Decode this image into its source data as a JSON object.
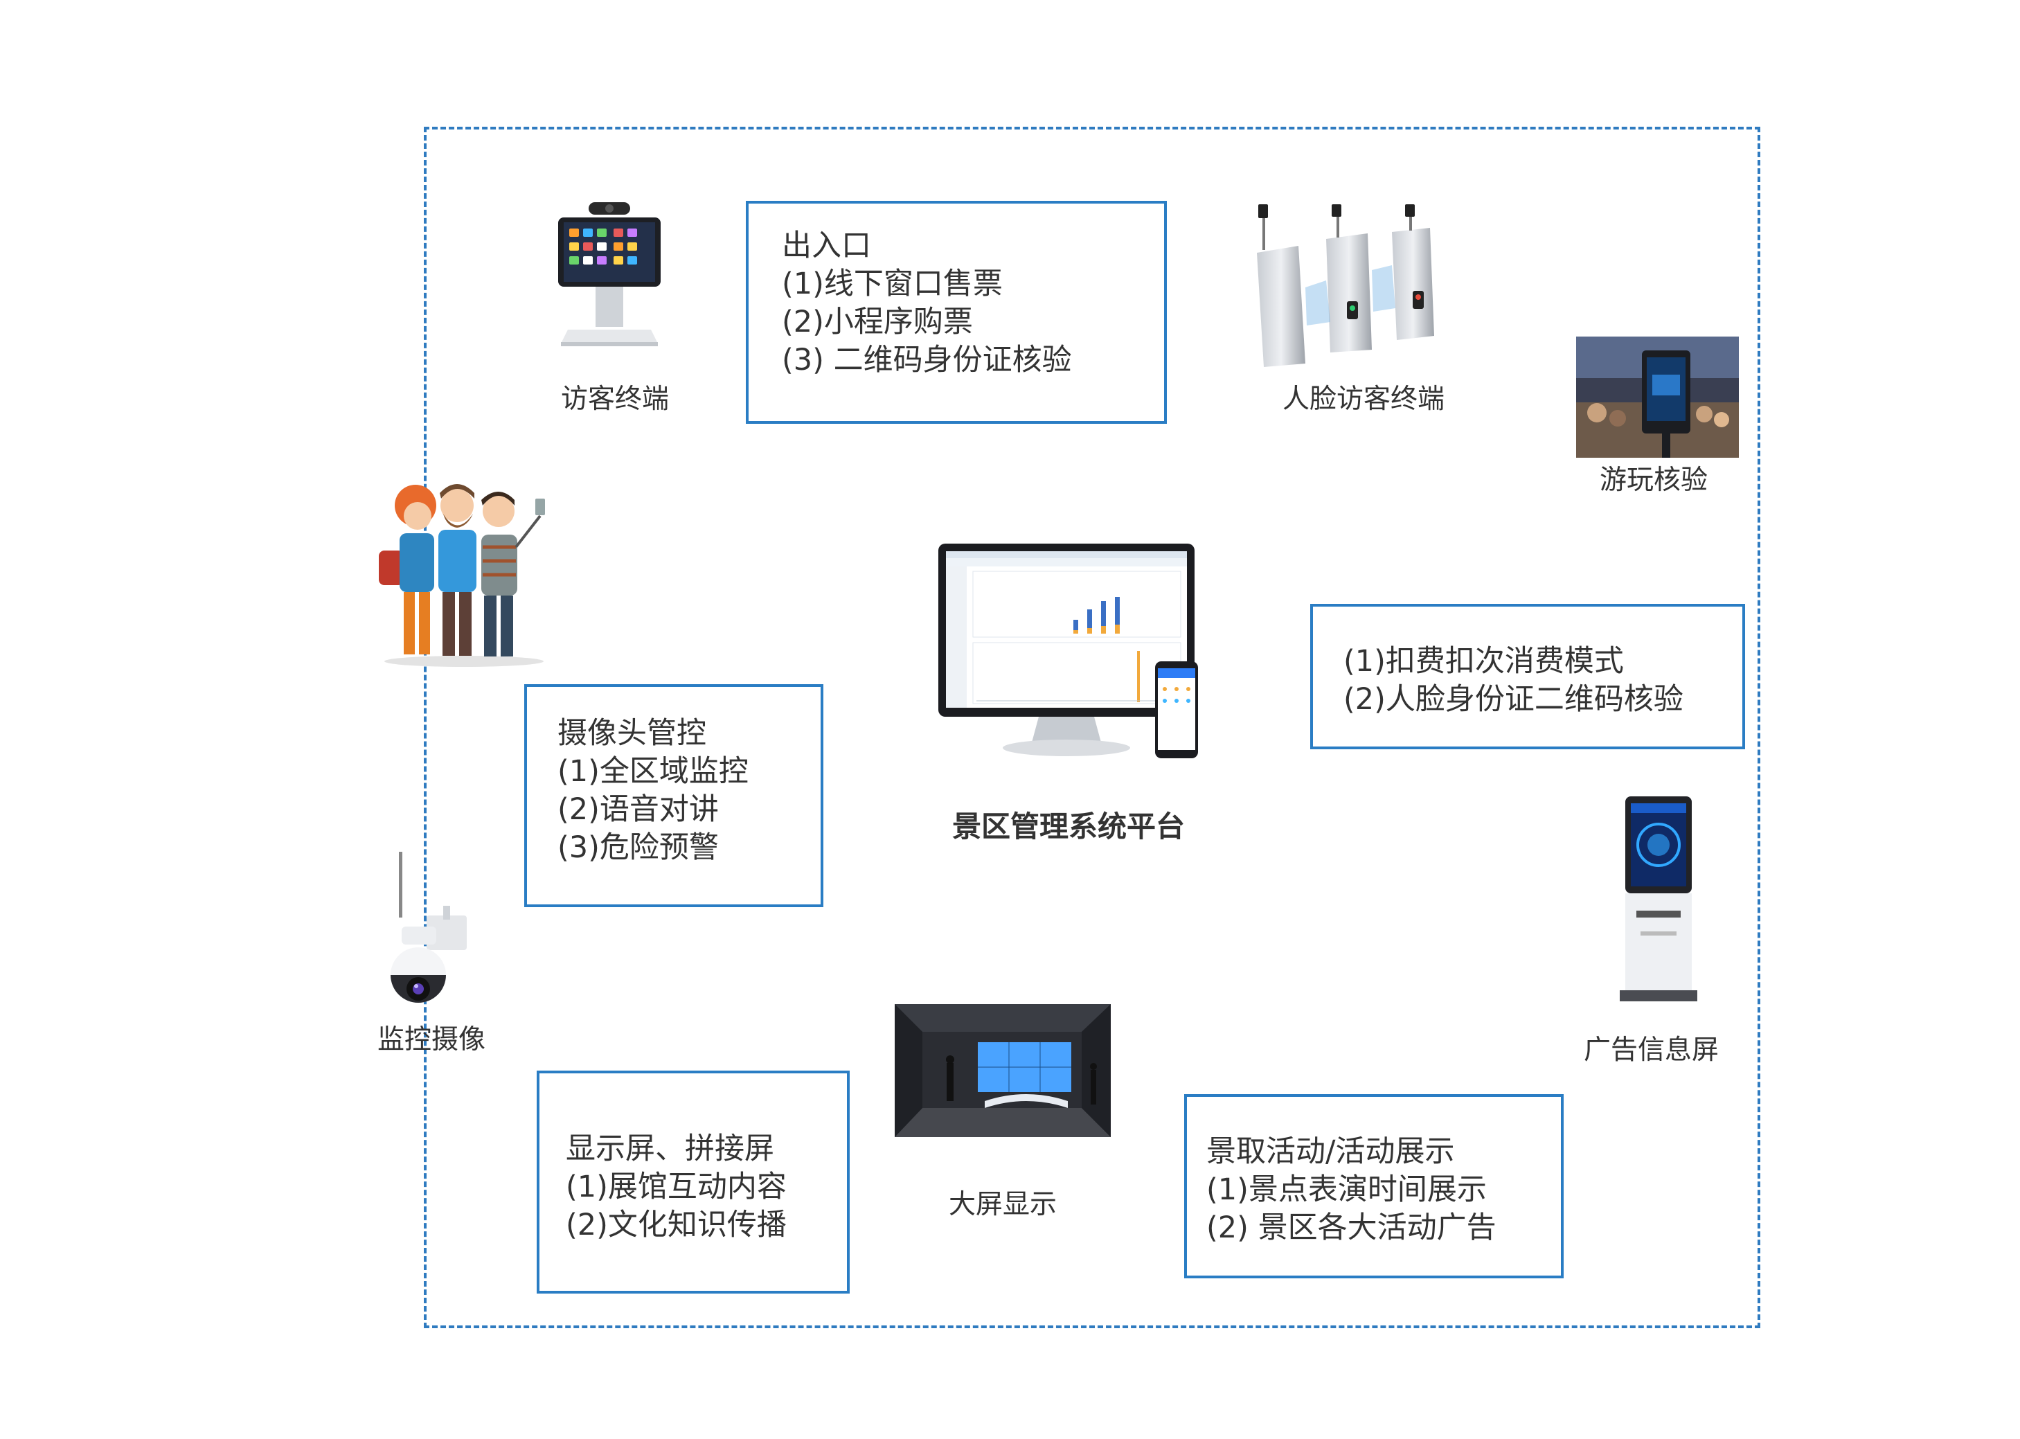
{
  "colors": {
    "frame": "#2f7bc0",
    "box_border": "#2a7dc4",
    "text": "#333333"
  },
  "boxes": {
    "entrance": {
      "title": "出入口",
      "lines": [
        "(1)线下窗口售票",
        "(2)小程序购票",
        "(3) 二维码身份证核验"
      ]
    },
    "consumption": {
      "lines": [
        "(1)扣费扣次消费模式",
        "(2)人脸身份证二维码核验"
      ]
    },
    "camera_control": {
      "title": "摄像头管控",
      "lines": [
        "(1)全区域监控",
        "(2)语音对讲",
        "(3)危险预警"
      ]
    },
    "display_screen": {
      "title": "显示屏、拼接屏",
      "lines": [
        "(1)展馆互动内容",
        "(2)文化知识传播"
      ]
    },
    "activity": {
      "title": "景取活动/活动展示",
      "lines": [
        "(1)景点表演时间展示",
        "(2) 景区各大活动广告"
      ]
    }
  },
  "captions": {
    "visitor_terminal": "访客终端",
    "face_terminal": "人脸访客终端",
    "play_check": "游玩核验",
    "platform": "景区管理系统平台",
    "surveillance_camera": "监控摄像",
    "ad_screen": "广告信息屏",
    "big_screen": "大屏显示"
  },
  "icons": {
    "visitor_terminal": "pos-terminal-icon",
    "face_terminal": "face-gate-icon",
    "play_check": "face-check-photo-icon",
    "tourists": "tourists-illustration-icon",
    "platform": "monitor-phone-icon",
    "camera": "ptz-camera-icon",
    "ad_screen": "kiosk-icon",
    "big_screen": "exhibition-hall-photo-icon"
  }
}
